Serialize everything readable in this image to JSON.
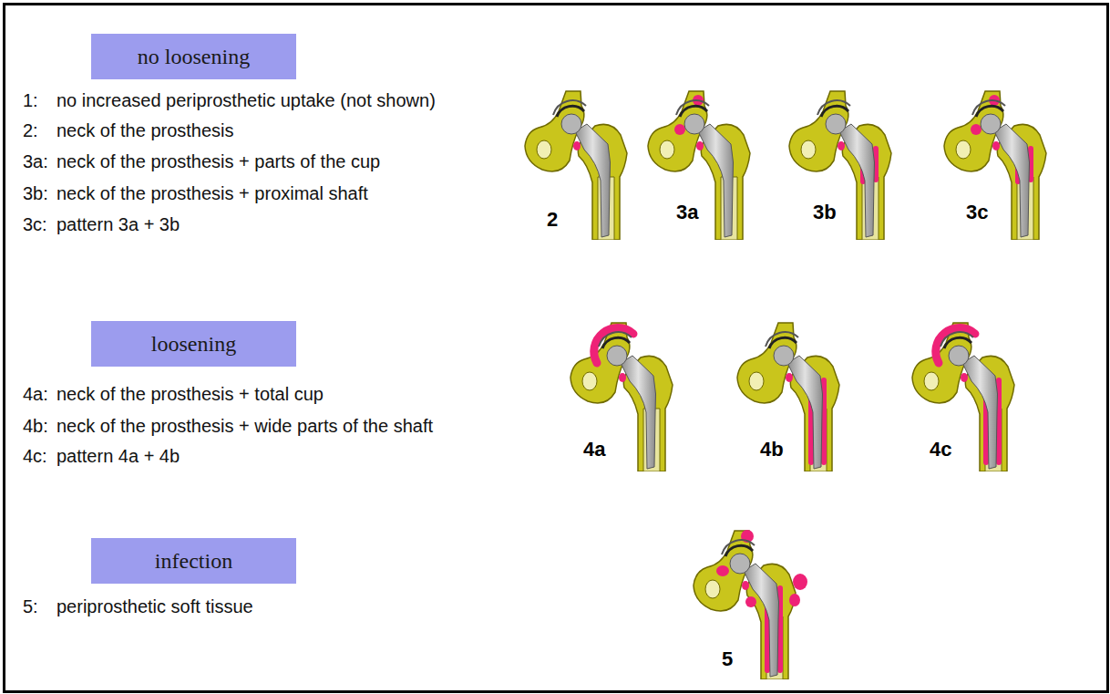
{
  "diagram": {
    "nodes": [
      {
        "text": [
          "no loosening"
        ]
      },
      {
        "text": [
          "loosening"
        ]
      },
      {
        "text": [
          "infection"
        ]
      }
    ],
    "labels": [
      "1:",
      "no increased periprosthetic uptake (not shown)",
      "2:",
      "neck of the prosthesis",
      "3a:",
      "neck of the prosthesis + parts of the cup",
      "3b:",
      "neck of the prosthesis + proximal shaft",
      "3c:",
      "pattern 3a + 3b",
      "4a:",
      "neck of the prosthesis + total cup",
      "4b:",
      "neck of the prosthesis + wide parts of the shaft",
      "4c:",
      "pattern 4a + 4b",
      "5:",
      "periprosthetic soft tissue",
      "2",
      "3a",
      "3b",
      "3c",
      "4a",
      "4b",
      "4c",
      "5"
    ]
  }
}
